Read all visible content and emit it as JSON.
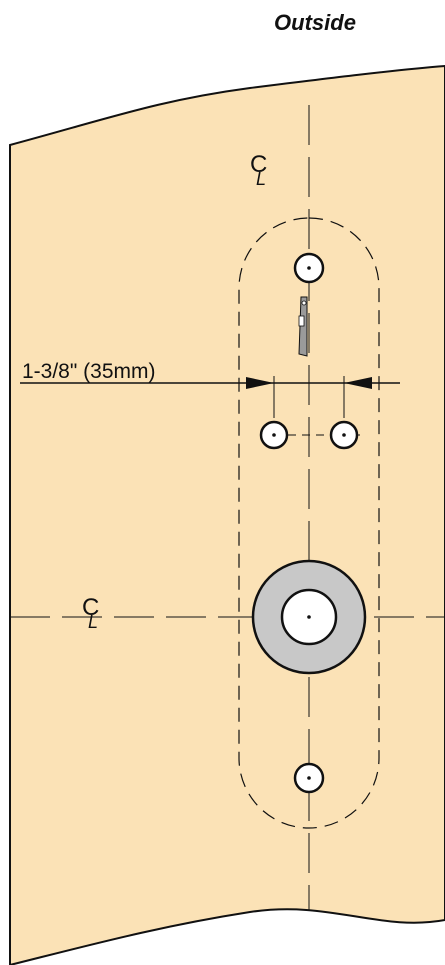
{
  "diagram": {
    "side_label": "Outside",
    "dimension_label": "1-3/8\" (35mm)",
    "centerline_symbol_top": "C",
    "centerline_symbol_top_sub": "L",
    "centerline_symbol_left": "C",
    "centerline_symbol_left_sub": "L"
  },
  "colors": {
    "door": "#fbe2b6",
    "outline": "#111111",
    "hub_ring": "#c8c8c8",
    "hole_fill": "#ffffff",
    "latch": "#9a9a9a"
  },
  "icons": {
    "latch": "latch-icon",
    "arrow": "dimension-arrow-icon"
  }
}
